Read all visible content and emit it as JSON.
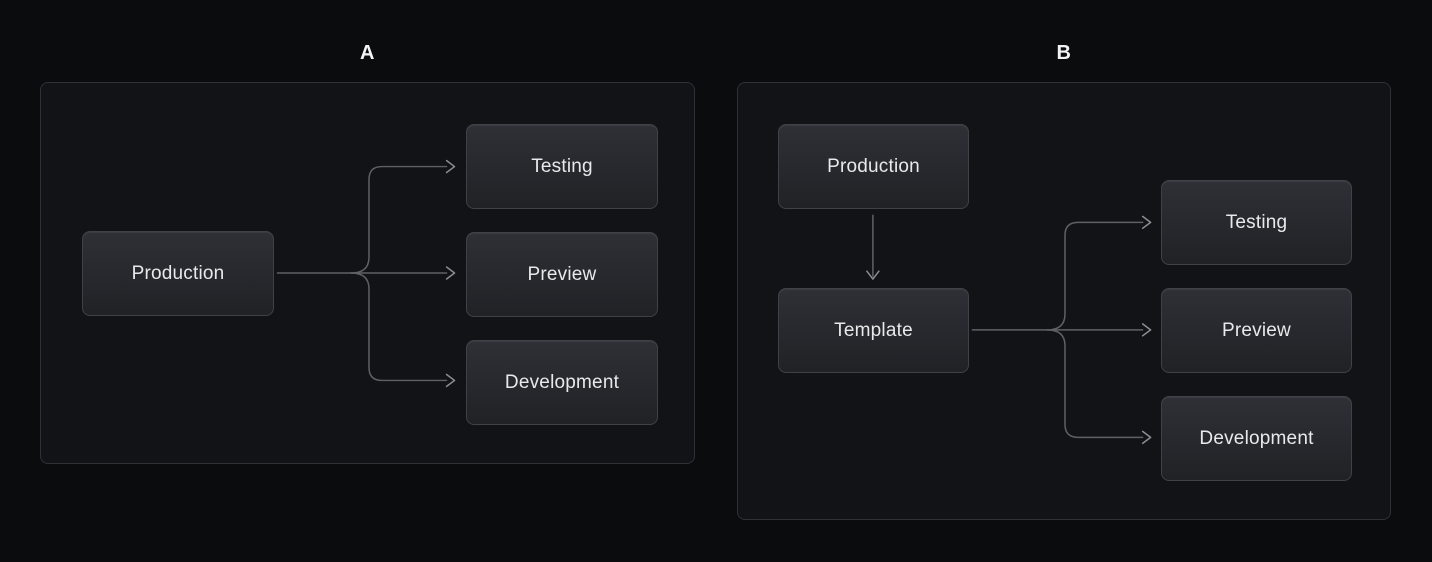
{
  "panels": [
    {
      "id": "A",
      "label": "A",
      "nodes": [
        {
          "id": "production",
          "label": "Production"
        },
        {
          "id": "testing",
          "label": "Testing"
        },
        {
          "id": "preview",
          "label": "Preview"
        },
        {
          "id": "development",
          "label": "Development"
        }
      ],
      "edges": [
        {
          "from": "production",
          "to": "testing"
        },
        {
          "from": "production",
          "to": "preview"
        },
        {
          "from": "production",
          "to": "development"
        }
      ]
    },
    {
      "id": "B",
      "label": "B",
      "nodes": [
        {
          "id": "production",
          "label": "Production"
        },
        {
          "id": "template",
          "label": "Template"
        },
        {
          "id": "testing",
          "label": "Testing"
        },
        {
          "id": "preview",
          "label": "Preview"
        },
        {
          "id": "development",
          "label": "Development"
        }
      ],
      "edges": [
        {
          "from": "production",
          "to": "template"
        },
        {
          "from": "template",
          "to": "testing"
        },
        {
          "from": "template",
          "to": "preview"
        },
        {
          "from": "template",
          "to": "development"
        }
      ]
    }
  ],
  "colors": {
    "page_background": "#0b0c0e",
    "panel_background": "#121317",
    "panel_border": "#2e3136",
    "node_fill_top": "#2e3036",
    "node_fill_bottom": "#202226",
    "node_border": "#3e4147",
    "node_text": "#e8e9eb",
    "edge_line": "#5e6166",
    "edge_arrowhead": "#8b8e93",
    "panel_label_text": "#f2f3f5"
  }
}
